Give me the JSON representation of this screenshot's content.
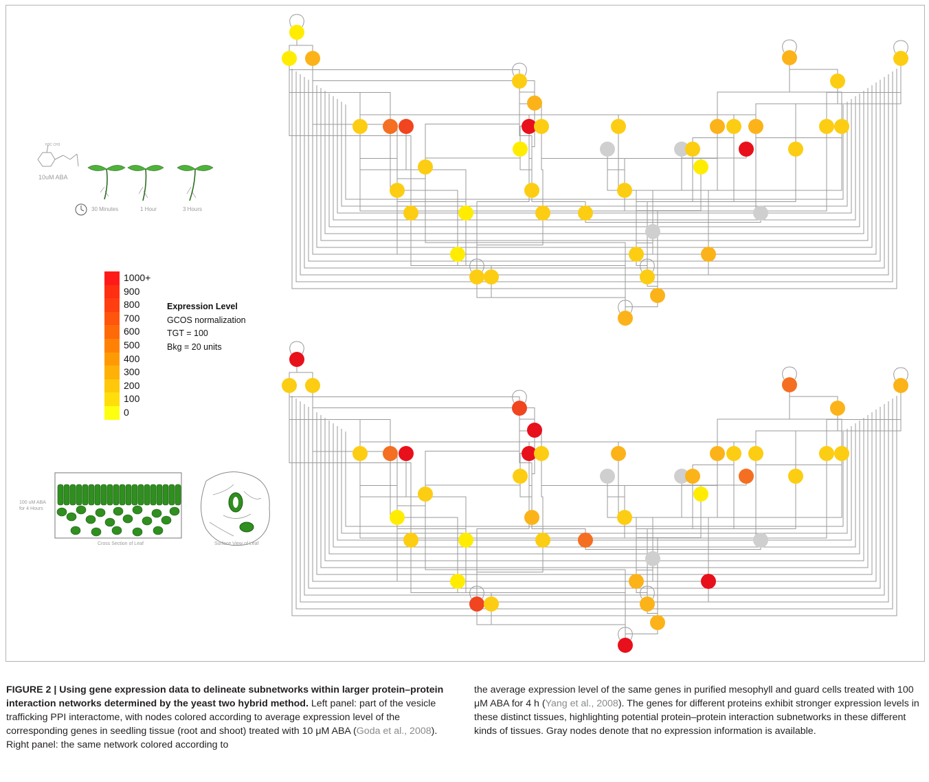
{
  "figure": {
    "abaa": {
      "compound": "10uM ABA",
      "times": [
        "30 Minutes",
        "1 Hour",
        "3 Hours"
      ]
    },
    "leaf": {
      "treatment": "100 uM ABA\nfor 4 Hours",
      "cross_label": "Cross Section of Leaf",
      "surface_label": "Surface View of Leaf"
    },
    "legend": {
      "levels": [
        {
          "label": "1000+",
          "color": "#ff1a1a"
        },
        {
          "label": "900",
          "color": "#ff2f12"
        },
        {
          "label": "800",
          "color": "#ff3f0f"
        },
        {
          "label": "700",
          "color": "#ff550c"
        },
        {
          "label": "600",
          "color": "#ff6a09"
        },
        {
          "label": "500",
          "color": "#ff8206"
        },
        {
          "label": "400",
          "color": "#ff9a05"
        },
        {
          "label": "300",
          "color": "#ffb108"
        },
        {
          "label": "200",
          "color": "#ffc80a"
        },
        {
          "label": "100",
          "color": "#ffde0c"
        },
        {
          "label": "0",
          "color": "#ffff10"
        }
      ],
      "title": "Expression Level",
      "lines": [
        "GCOS normalization",
        "TGT = 100",
        "Bkg = 20 units"
      ]
    },
    "colors": {
      "yellow": "#ffec00",
      "gold": "#fccd12",
      "amber": "#fbb319",
      "orange": "#f7921e",
      "dark_orange": "#f46f21",
      "red_orange": "#f0451f",
      "red": "#e8101b",
      "gray": "#cfcfcf",
      "edge": "#9a9a9a"
    },
    "networks": [
      {
        "nodes": [
          "yellow",
          "yellow",
          "amber",
          "gold",
          "amber",
          "amber",
          "gold",
          "gold",
          "gold",
          "dark_orange",
          "red_orange",
          "red",
          "gold",
          "gold",
          "amber",
          "gold",
          "amber",
          "gold",
          "gold",
          "yellow",
          "gray",
          "gray",
          "gold",
          "red",
          "gold",
          "gold",
          "yellow",
          "gold",
          "gold",
          "gold",
          "gold",
          "yellow",
          "gold",
          "gold",
          "gray",
          "gray",
          "yellow",
          "gold",
          "amber",
          "gold",
          "gold",
          "gold",
          "amber",
          "amber",
          "amber",
          "amber",
          "amber"
        ]
      },
      {
        "nodes": [
          "red",
          "gold",
          "gold",
          "red_orange",
          "red",
          "dark_orange",
          "amber",
          "amber",
          "gold",
          "dark_orange",
          "red",
          "red",
          "gold",
          "amber",
          "amber",
          "gold",
          "gold",
          "gold",
          "gold",
          "gold",
          "gray",
          "gray",
          "amber",
          "dark_orange",
          "gold",
          "gold",
          "yellow",
          "yellow",
          "amber",
          "gold",
          "gold",
          "yellow",
          "gold",
          "dark_orange",
          "gray",
          "gray",
          "yellow",
          "amber",
          "red",
          "red_orange",
          "gold",
          "amber",
          "amber",
          "red",
          "amber",
          "amber",
          "dark_orange"
        ]
      }
    ]
  },
  "caption": {
    "label": "FIGURE 2 | ",
    "title": "Using gene expression data to delineate subnetworks within larger protein–protein interaction networks determined by the yeast two hybrid method.",
    "left_text_1": " Left panel: part of the vesicle trafficking PPI interactome, with nodes colored according to average expression level of the corresponding genes in seedling tissue (root and shoot) treated with 10 μM ABA (",
    "left_ref": "Goda et al., 2008",
    "left_text_2": "). Right panel: the same network colored according to",
    "right_text_1": "the average expression level of the same genes in purified mesophyll and guard cells treated with 100 μM ABA for 4 h (",
    "right_ref": "Yang et al., 2008",
    "right_text_2": "). The genes for different proteins exhibit stronger expression levels in these distinct tissues, highlighting potential protein–protein interaction subnetworks in these different kinds of tissues. Gray nodes denote that no expression information is available."
  }
}
